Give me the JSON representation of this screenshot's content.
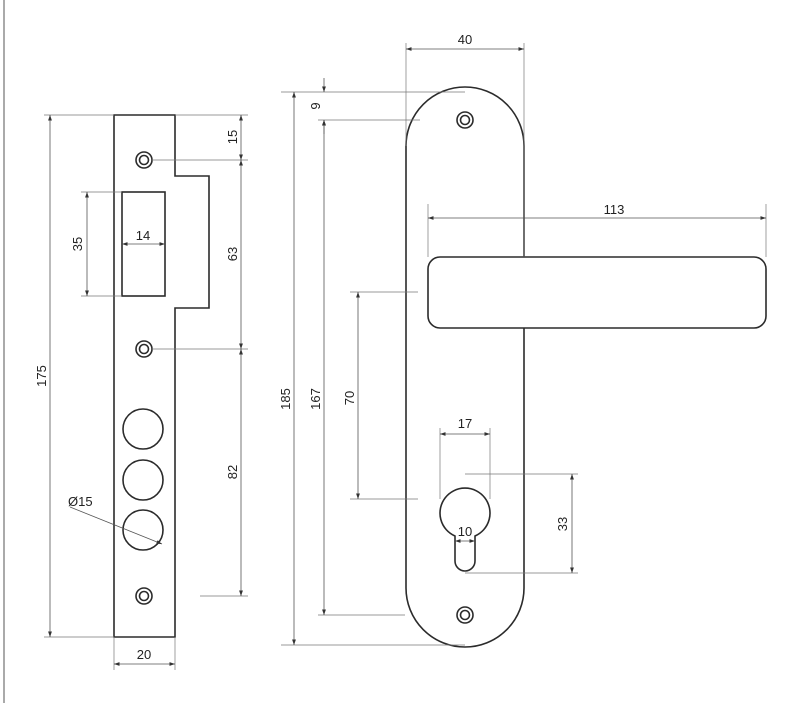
{
  "strike_plate": {
    "labels": {
      "height_total": "175",
      "top_offset": "15",
      "slot_height": "35",
      "slot_width": "14",
      "hole_spacing": "63",
      "lower_spacing": "82",
      "hole_diameter": "Ø15",
      "width": "20"
    }
  },
  "handle_plate": {
    "labels": {
      "plate_width": "40",
      "top_offset": "9",
      "height_total": "185",
      "screw_spacing": "167",
      "handle_length": "113",
      "handle_to_cylinder": "70",
      "cylinder_width": "17",
      "cylinder_height": "33",
      "cylinder_slot_width": "10"
    }
  }
}
